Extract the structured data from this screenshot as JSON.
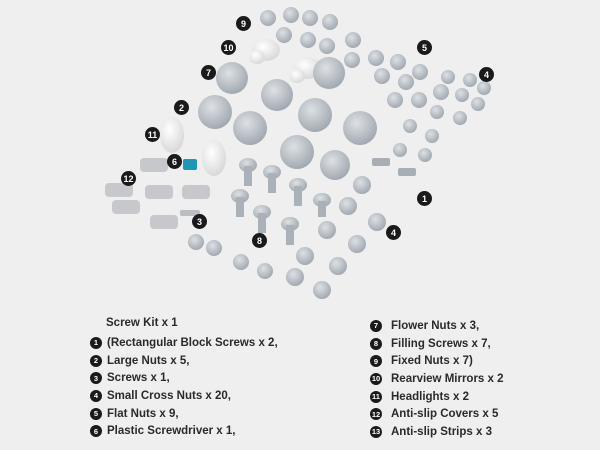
{
  "colors": {
    "background": "#efefef",
    "part_gray": "#b9bfc6",
    "part_white": "#f3f3f3",
    "screwdriver_teal": "#1a98b8",
    "callout_black": "#1a1a1a"
  },
  "callouts": [
    "1",
    "2",
    "3",
    "4",
    "5",
    "6",
    "7",
    "8",
    "9",
    "10",
    "11",
    "12"
  ],
  "legend": {
    "kit_title": "Screw Kit x 1",
    "left": [
      {
        "num": "1",
        "text": "(Rectangular Block Screws x 2,"
      },
      {
        "num": "2",
        "text": "Large Nuts x 5,"
      },
      {
        "num": "3",
        "text": " Screws x 1,"
      },
      {
        "num": "4",
        "text": "Small Cross Nuts x 20,"
      },
      {
        "num": "5",
        "text": "Flat Nuts x 9,"
      },
      {
        "num": "6",
        "text": "Plastic Screwdriver x 1,"
      }
    ],
    "right": [
      {
        "num": "7",
        "text": "Flower Nuts x 3,"
      },
      {
        "num": "8",
        "text": "Filling Screws x 7,"
      },
      {
        "num": "9",
        "text": "Fixed Nuts x 7)"
      },
      {
        "num": "10",
        "text": "Rearview Mirrors x 2"
      },
      {
        "num": "11",
        "text": "Headlights x 2"
      },
      {
        "num": "12",
        "text": "Anti-slip Covers x 5"
      },
      {
        "num": "13",
        "text": "Anti-slip Strips x 3"
      }
    ]
  }
}
